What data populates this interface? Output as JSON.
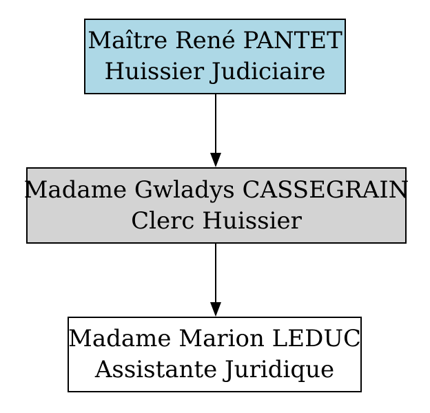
{
  "diagram": {
    "type": "org-chart",
    "background": "#ffffff",
    "border_color": "#000000",
    "arrow_color": "#000000",
    "text_color": "#000000",
    "nodes": [
      {
        "id": "pantet",
        "name": "Maître René PANTET",
        "role": "Huissier Judiciaire",
        "fill": "#add8e6"
      },
      {
        "id": "cassegrain",
        "name": "Madame Gwladys CASSEGRAIN",
        "role": "Clerc Huissier",
        "fill": "#d3d3d3"
      },
      {
        "id": "leduc",
        "name": "Madame Marion LEDUC",
        "role": "Assistante Juridique",
        "fill": "#ffffff"
      }
    ],
    "edges": [
      {
        "from": "pantet",
        "to": "cassegrain"
      },
      {
        "from": "cassegrain",
        "to": "leduc"
      }
    ]
  }
}
